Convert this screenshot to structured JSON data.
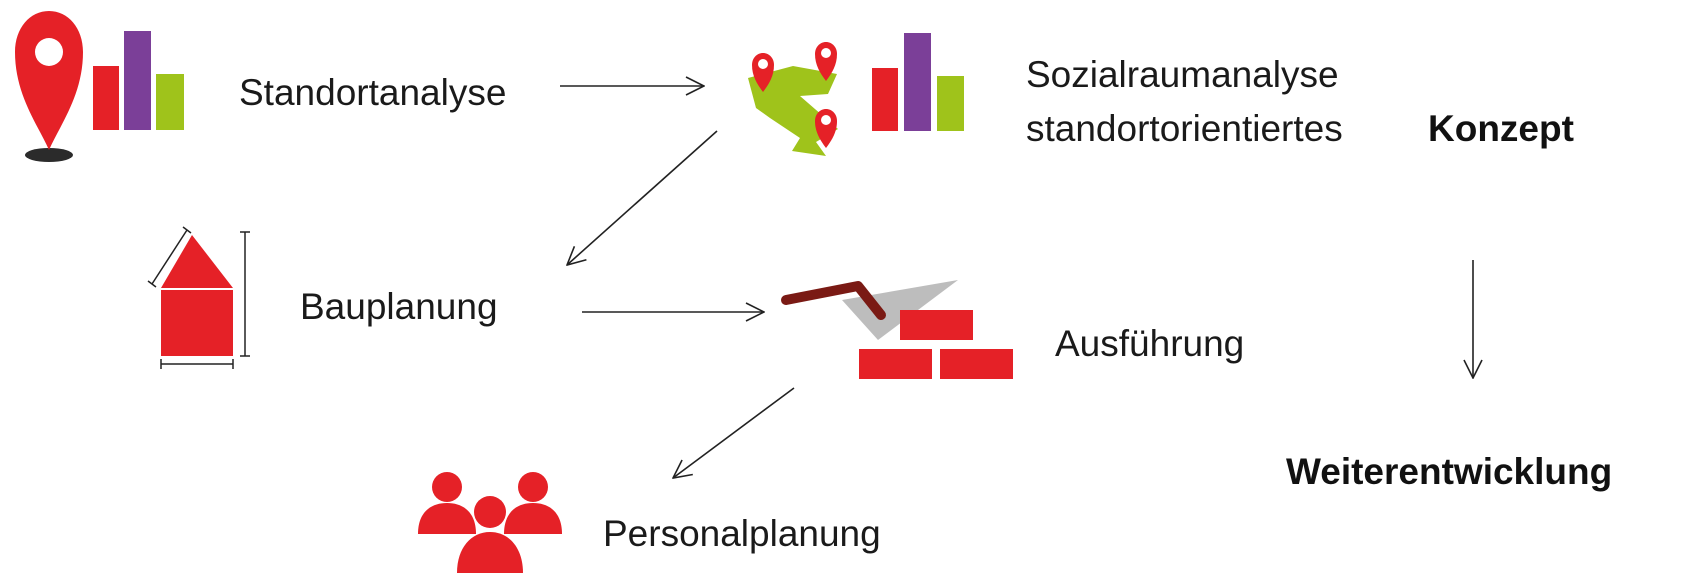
{
  "steps": {
    "standortanalyse": "Standortanalyse",
    "sozialraumanalyse": "Sozialraumanalyse",
    "standortorientiertes": "standortorientiertes",
    "konzept": "Konzept",
    "bauplanung": "Bauplanung",
    "ausfuehrung": "Ausführung",
    "personalplanung": "Personalplanung",
    "weiterentwicklung": "Weiterentwicklung"
  },
  "icons": {
    "location_bars": "location-bar-chart-icon",
    "map_pins": "map-pins-bar-chart-icon",
    "house": "house-plan-icon",
    "bricks": "trowel-bricks-icon",
    "people": "people-group-icon"
  },
  "colors": {
    "red": "#e52127",
    "purple": "#7b3f98",
    "green": "#9fc31b",
    "brown": "#7a1a14",
    "gray": "#bdbdbd",
    "dark": "#222222"
  }
}
